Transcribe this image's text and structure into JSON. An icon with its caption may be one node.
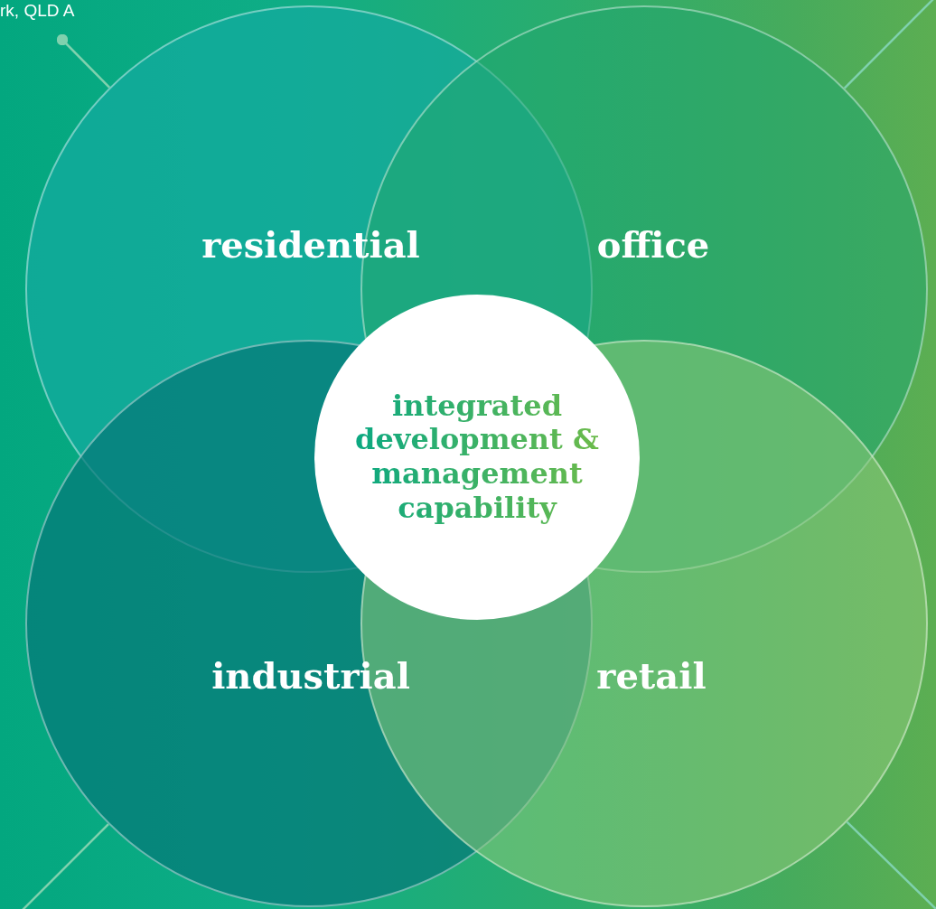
{
  "diagram": {
    "nodes": [
      {
        "text": [
          "residential"
        ]
      },
      {
        "text": [
          "office"
        ]
      },
      {
        "text": [
          "industrial"
        ]
      },
      {
        "text": [
          "retail"
        ]
      },
      {
        "text": [
          "integrated development & management capability"
        ]
      },
      {
        "text": [
          "rk, QLD A"
        ]
      }
    ],
    "edges": [
      {
        "from": 5,
        "to": 0,
        "arrow": "other"
      },
      {
        "from": null,
        "to": 1,
        "arrow": "none"
      },
      {
        "from": null,
        "to": 2,
        "arrow": "none"
      },
      {
        "from": null,
        "to": 3,
        "arrow": "none"
      }
    ]
  }
}
